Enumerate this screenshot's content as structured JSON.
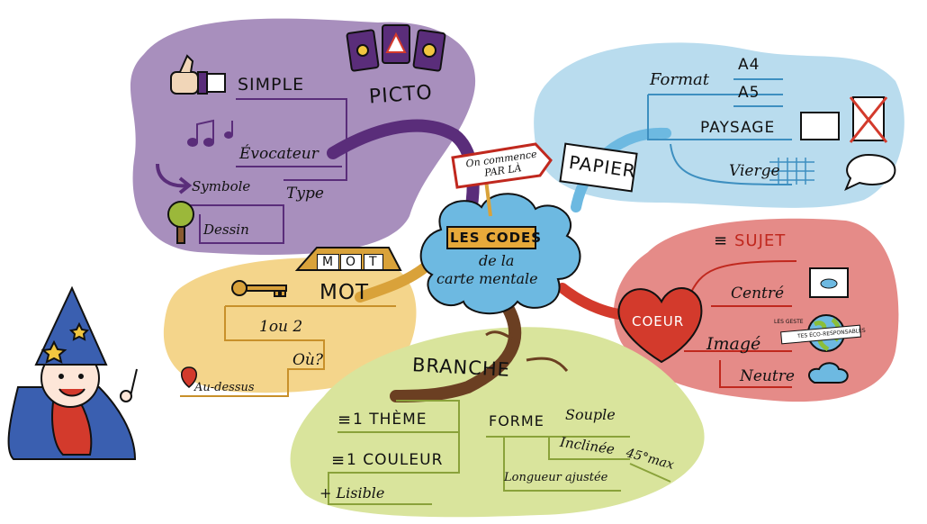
{
  "colors": {
    "picto_zone": "#a88fbd",
    "papier_zone": "#b9dcee",
    "coeur_zone": "#e58b88",
    "mot_zone": "#f4d58b",
    "branche_zone": "#d9e49c",
    "center_cloud": "#6db9e1",
    "title_label": "#e7a93a",
    "trunk": "#6b3f22"
  },
  "center": {
    "sign": "On commence PAR LÀ",
    "title": "LES CODES",
    "subtitle_1": "de la",
    "subtitle_2": "carte mentale"
  },
  "picto": {
    "title": "PICTO",
    "simple": "SIMPLE",
    "evocateur": "Évocateur",
    "type": "Type",
    "symbole": "Symbole",
    "dessin": "Dessin",
    "icons": [
      "thumbs-up-icon",
      "music-notes-icon",
      "arrow-icon",
      "tree-icon",
      "sun-card-icon",
      "warning-card-icon",
      "smiley-card-icon"
    ]
  },
  "papier": {
    "title": "PAPIER",
    "format": "Format",
    "a4": "A4",
    "a5": "A5",
    "paysage": "PAYSAGE",
    "vierge": "Vierge"
  },
  "coeur": {
    "title": "COEUR",
    "sujet": "SUJET",
    "centre": "Centré",
    "image": "Imagé",
    "neutre": "Neutre",
    "globe_text_1": "LES GESTE",
    "globe_text_2": "TES ÉCO-RESPONSABLES"
  },
  "mot": {
    "title": "MOT",
    "blocks": [
      "M",
      "O",
      "T"
    ],
    "count": "1ou 2",
    "where": "Où?",
    "position": "Au-dessus"
  },
  "branche": {
    "title": "BRANCHE",
    "theme": "1 THÈME",
    "couleur": "1 COULEUR",
    "lisible": "+ Lisible",
    "forme": "FORME",
    "souple": "Souple",
    "inclinee": "Inclinée",
    "angle": "45°max",
    "longueur": "Longueur ajustée"
  }
}
